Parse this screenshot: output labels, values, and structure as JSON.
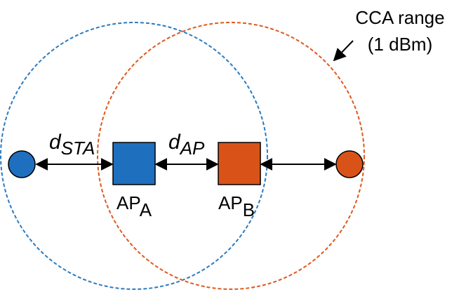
{
  "colors": {
    "ap_a": "#1f6fbf",
    "ap_b": "#d95319",
    "range_a": "#2b7bbf",
    "range_b": "#e0581e",
    "line": "#000000"
  },
  "labels": {
    "cca_range_line1": "CCA range",
    "cca_range_line2": "(1 dBm)",
    "d_sta_base": "d",
    "d_sta_sub": "STA",
    "d_ap_base": "d",
    "d_ap_sub": "AP",
    "ap_a_base": "AP",
    "ap_a_sub": "A",
    "ap_b_base": "AP",
    "ap_b_sub": "B"
  },
  "nodes": [
    {
      "id": "sta-a",
      "shape": "circle",
      "color": "ap_a"
    },
    {
      "id": "ap-a",
      "shape": "square",
      "color": "ap_a"
    },
    {
      "id": "ap-b",
      "shape": "square",
      "color": "ap_b"
    },
    {
      "id": "sta-b",
      "shape": "circle",
      "color": "ap_b"
    }
  ]
}
